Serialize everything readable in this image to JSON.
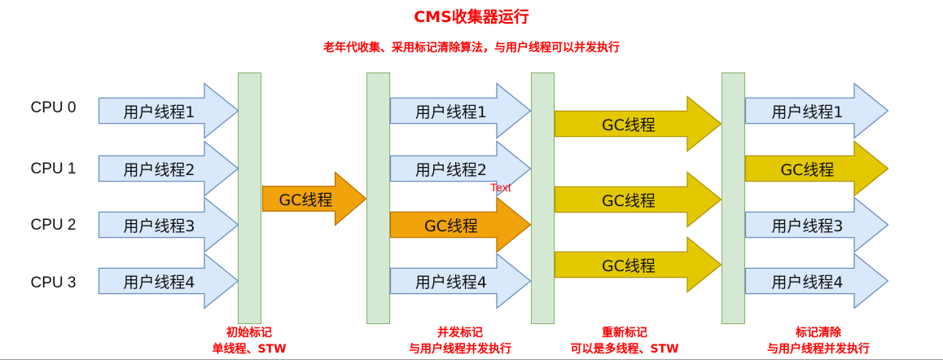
{
  "title": "CMS收集器运行",
  "subtitle": "老年代收集、采用标记清除算法，与用户线程可以并发执行",
  "cpus": [
    "CPU 0",
    "CPU 1",
    "CPU 2",
    "CPU 3"
  ],
  "colors": {
    "user_fill": "#dae8fc",
    "user_stroke": "#6c8ebf",
    "gc_initial_fill": "#f0a30a",
    "gc_initial_stroke": "#bd7000",
    "gc_remark_fill": "#e3c800",
    "gc_remark_stroke": "#b09500",
    "bar_fill": "#d5e8d4",
    "bar_stroke": "#82b366",
    "accent": "#ff0000"
  },
  "phase_labels": [
    {
      "line1": "初始标记",
      "line2": "单线程、STW"
    },
    {
      "line1": "并发标记",
      "line2": "与用户线程并发执行"
    },
    {
      "line1": "重新标记",
      "line2": "可以是多线程、STW"
    },
    {
      "line1": "标记清除",
      "line2": "与用户线程并发执行"
    }
  ],
  "segments": {
    "seg1": [
      "用户线程1",
      "用户线程2",
      "用户线程3",
      "用户线程4"
    ],
    "seg2_gc": "GC线程",
    "seg3": [
      "用户线程1",
      "用户线程2",
      "GC线程",
      "用户线程4"
    ],
    "seg4_gc": [
      "GC线程",
      "GC线程",
      "GC线程"
    ],
    "seg5": [
      "用户线程1",
      "GC线程",
      "用户线程3",
      "用户线程4"
    ]
  },
  "stray_text": "Text"
}
